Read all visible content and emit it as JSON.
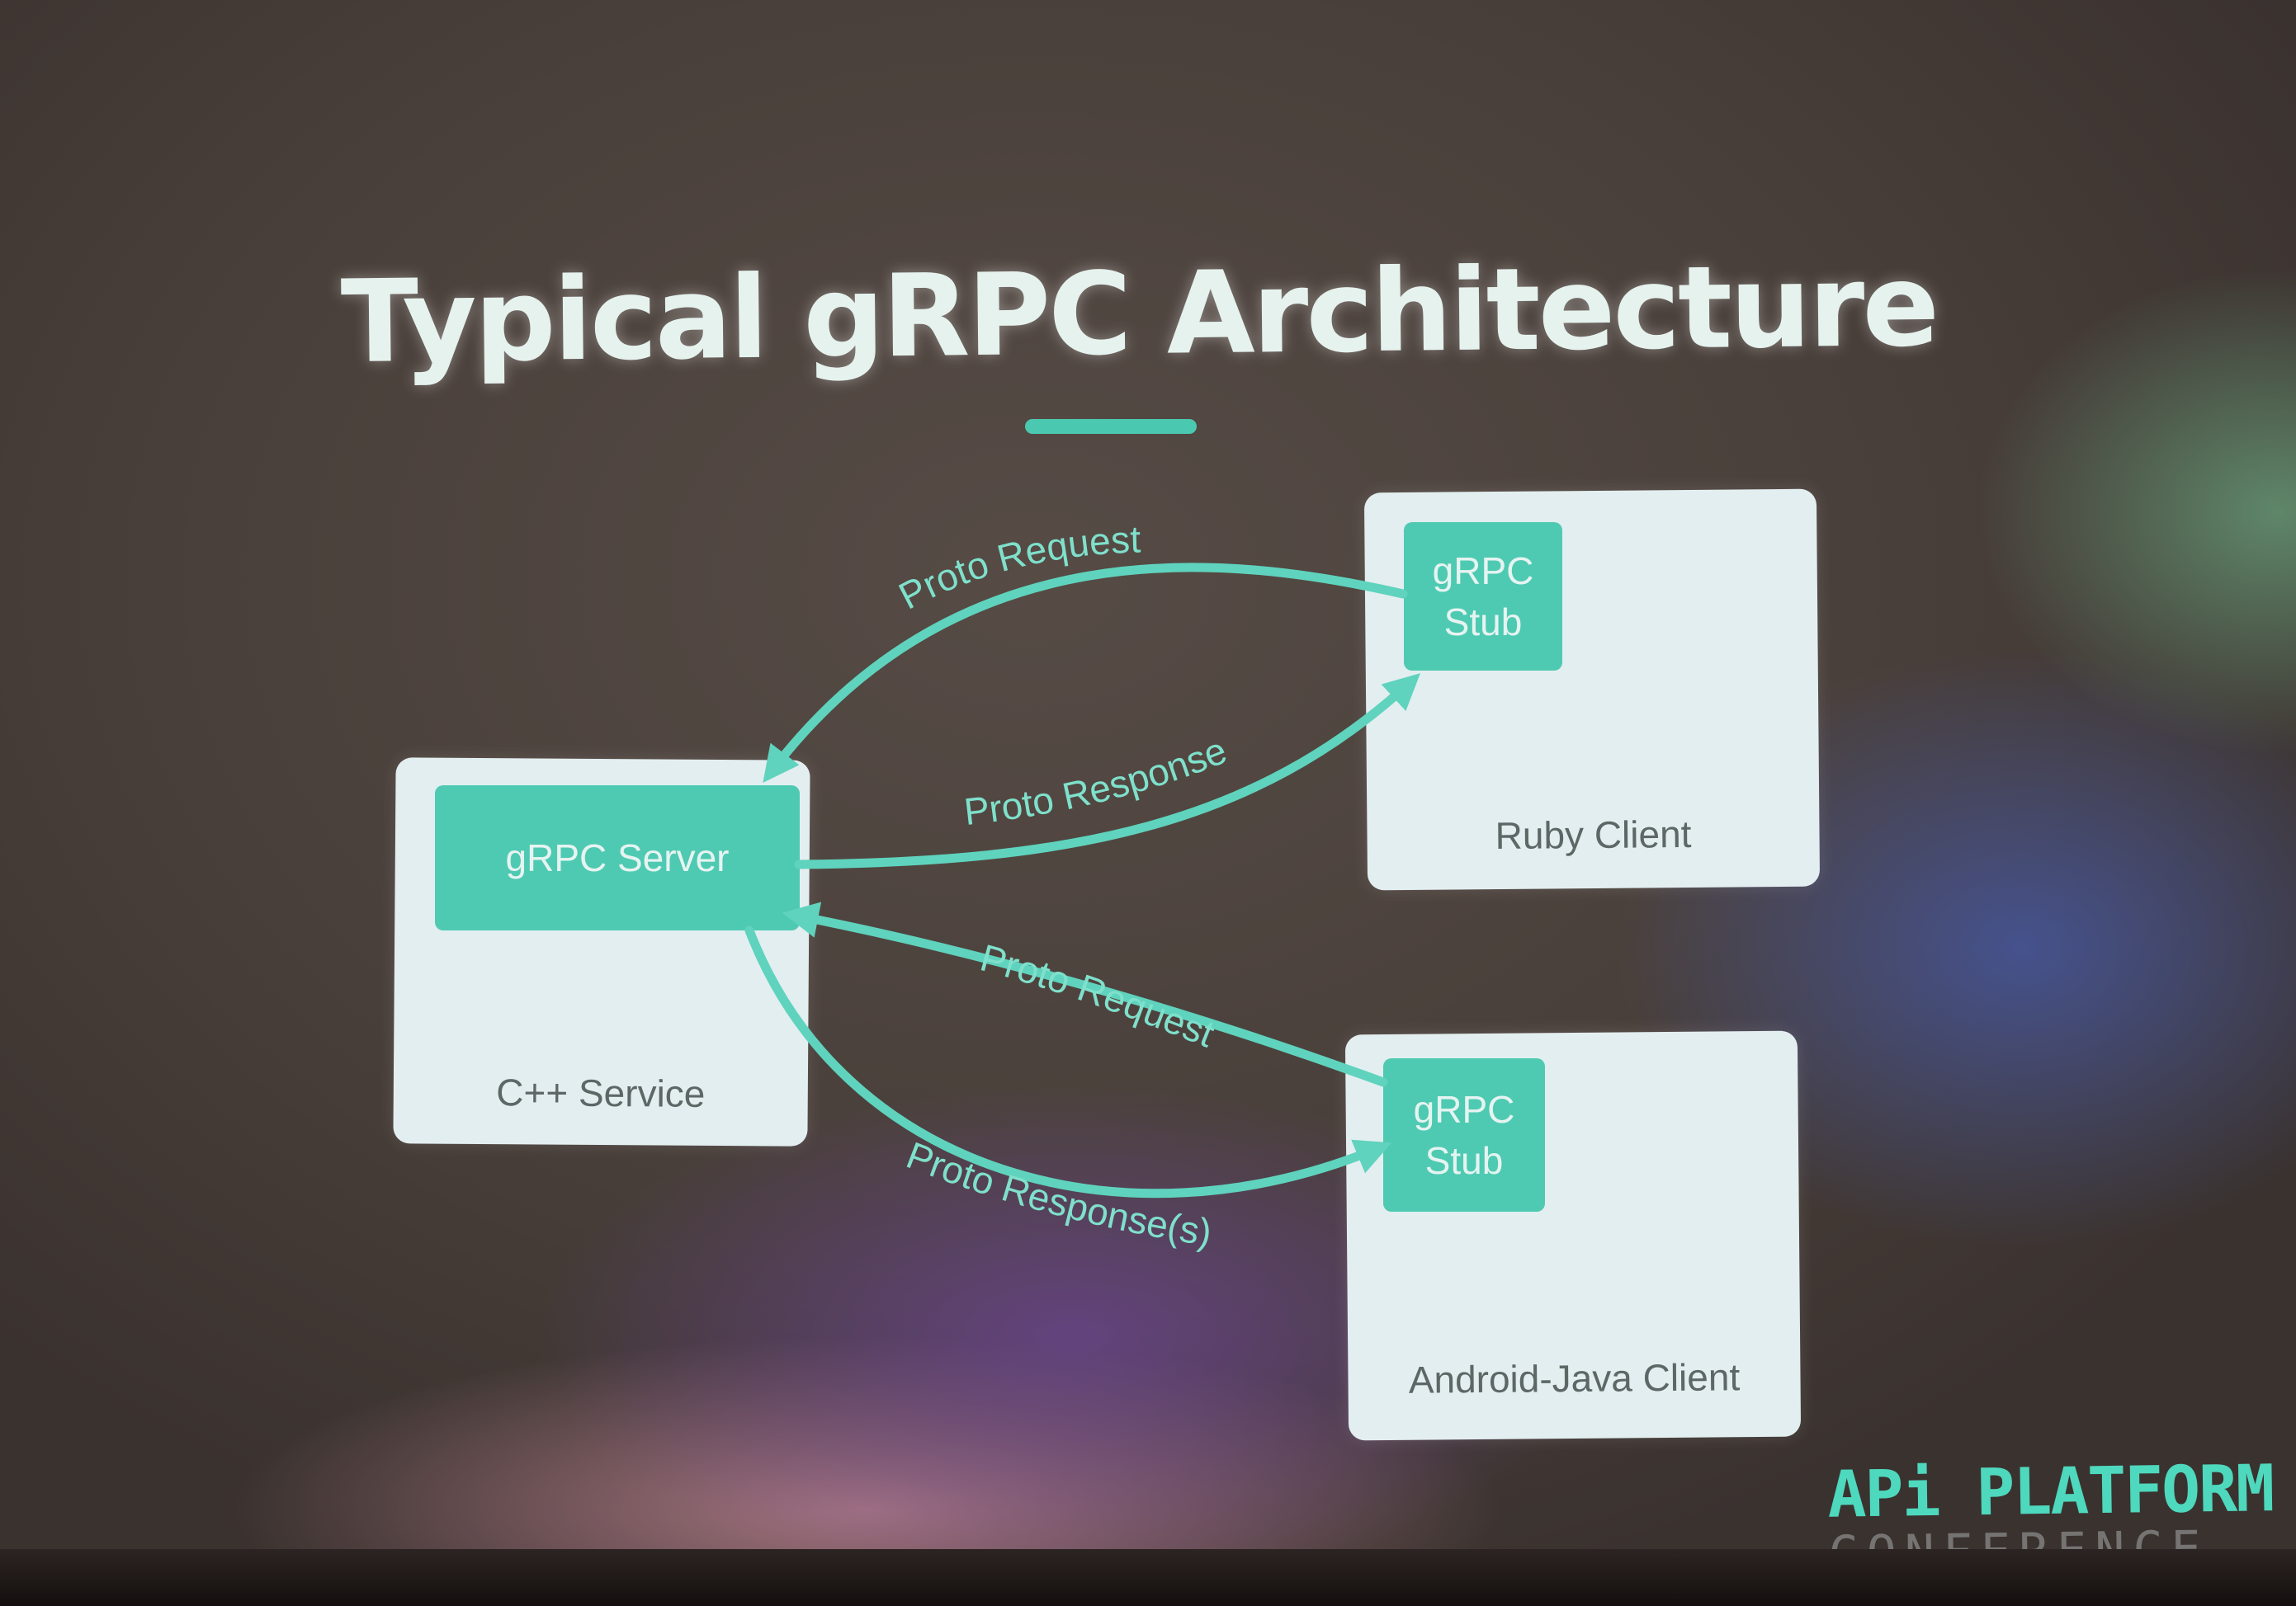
{
  "slide": {
    "title": "Typical gRPC Architecture"
  },
  "nodes": {
    "cpp_service": {
      "label": "C++ Service",
      "inner": "gRPC Server"
    },
    "ruby_client": {
      "label": "Ruby Client",
      "inner": "gRPC\nStub"
    },
    "android_client": {
      "label": "Android-Java Client",
      "inner": "gRPC\nStub"
    }
  },
  "edges": {
    "ruby_request": "Proto Request",
    "ruby_response": "Proto Response",
    "android_request": "Proto Request",
    "android_response": "Proto Response(s)"
  },
  "logo": {
    "line1": "APi PLATFORM",
    "line2": "CONFERENCE"
  },
  "colors": {
    "accent": "#4fcab2",
    "arrow": "#5fd3bd",
    "card": "#e3eef0",
    "title": "#e6f2ee"
  }
}
